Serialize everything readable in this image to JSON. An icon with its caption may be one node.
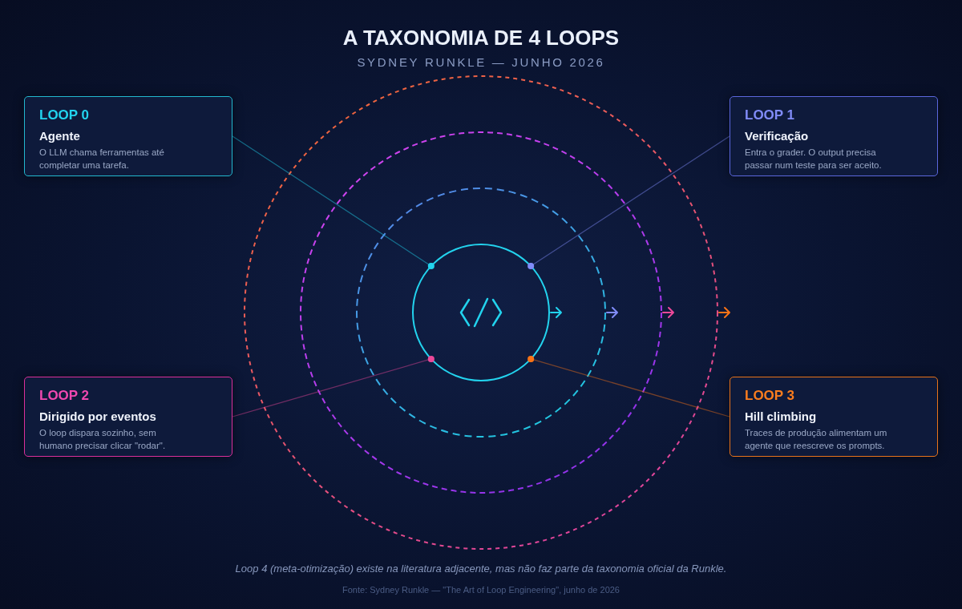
{
  "diagram": {
    "title": "A TAXONOMIA DE 4 LOOPS",
    "nodes": [
      {
        "text": [
          "LOOP 0",
          "Agente",
          "O LLM chama ferramentas até completar uma tarefa."
        ]
      },
      {
        "text": [
          "LOOP 1",
          "Verificação",
          "Entra o grader. O output precisa passar num teste para ser aceito."
        ]
      },
      {
        "text": [],
        "shape": "circle"
      },
      {
        "text": [],
        "shape": "circle",
        "in": 2
      },
      {
        "text": [],
        "shape": "circle",
        "in": 3
      },
      {
        "text": [],
        "shape": "circle",
        "in": 4
      },
      {
        "text": [
          "LOOP 2",
          "Dirigido por eventos",
          "O loop dispara sozinho, sem humano precisar clicar \"rodar\"."
        ]
      },
      {
        "text": [
          "LOOP 3",
          "Hill climbing",
          "Traces de produção alimentam um agente que reescreve os prompts."
        ]
      }
    ],
    "edges": [
      {
        "from": 0,
        "to": 5,
        "arrow": "other",
        "color": "#22d3ee"
      },
      {
        "from": 1,
        "to": 5,
        "arrow": "other",
        "color": "#818cf8"
      },
      {
        "from": 6,
        "to": 5,
        "arrow": "other",
        "color": "#ec4899"
      },
      {
        "from": 7,
        "to": 5,
        "arrow": "other",
        "color": "#f97316"
      }
    ],
    "labels": [
      "SYDNEY RUNKLE — JUNHO 2026",
      "Loop 4 (meta-otimização) existe na literatura adjacente, mas não faz parte da taxonomia oficial da Runkle.",
      "Fonte: Sydney Runkle — \"The Art of Loop Engineering\", junho de 2026"
    ]
  }
}
